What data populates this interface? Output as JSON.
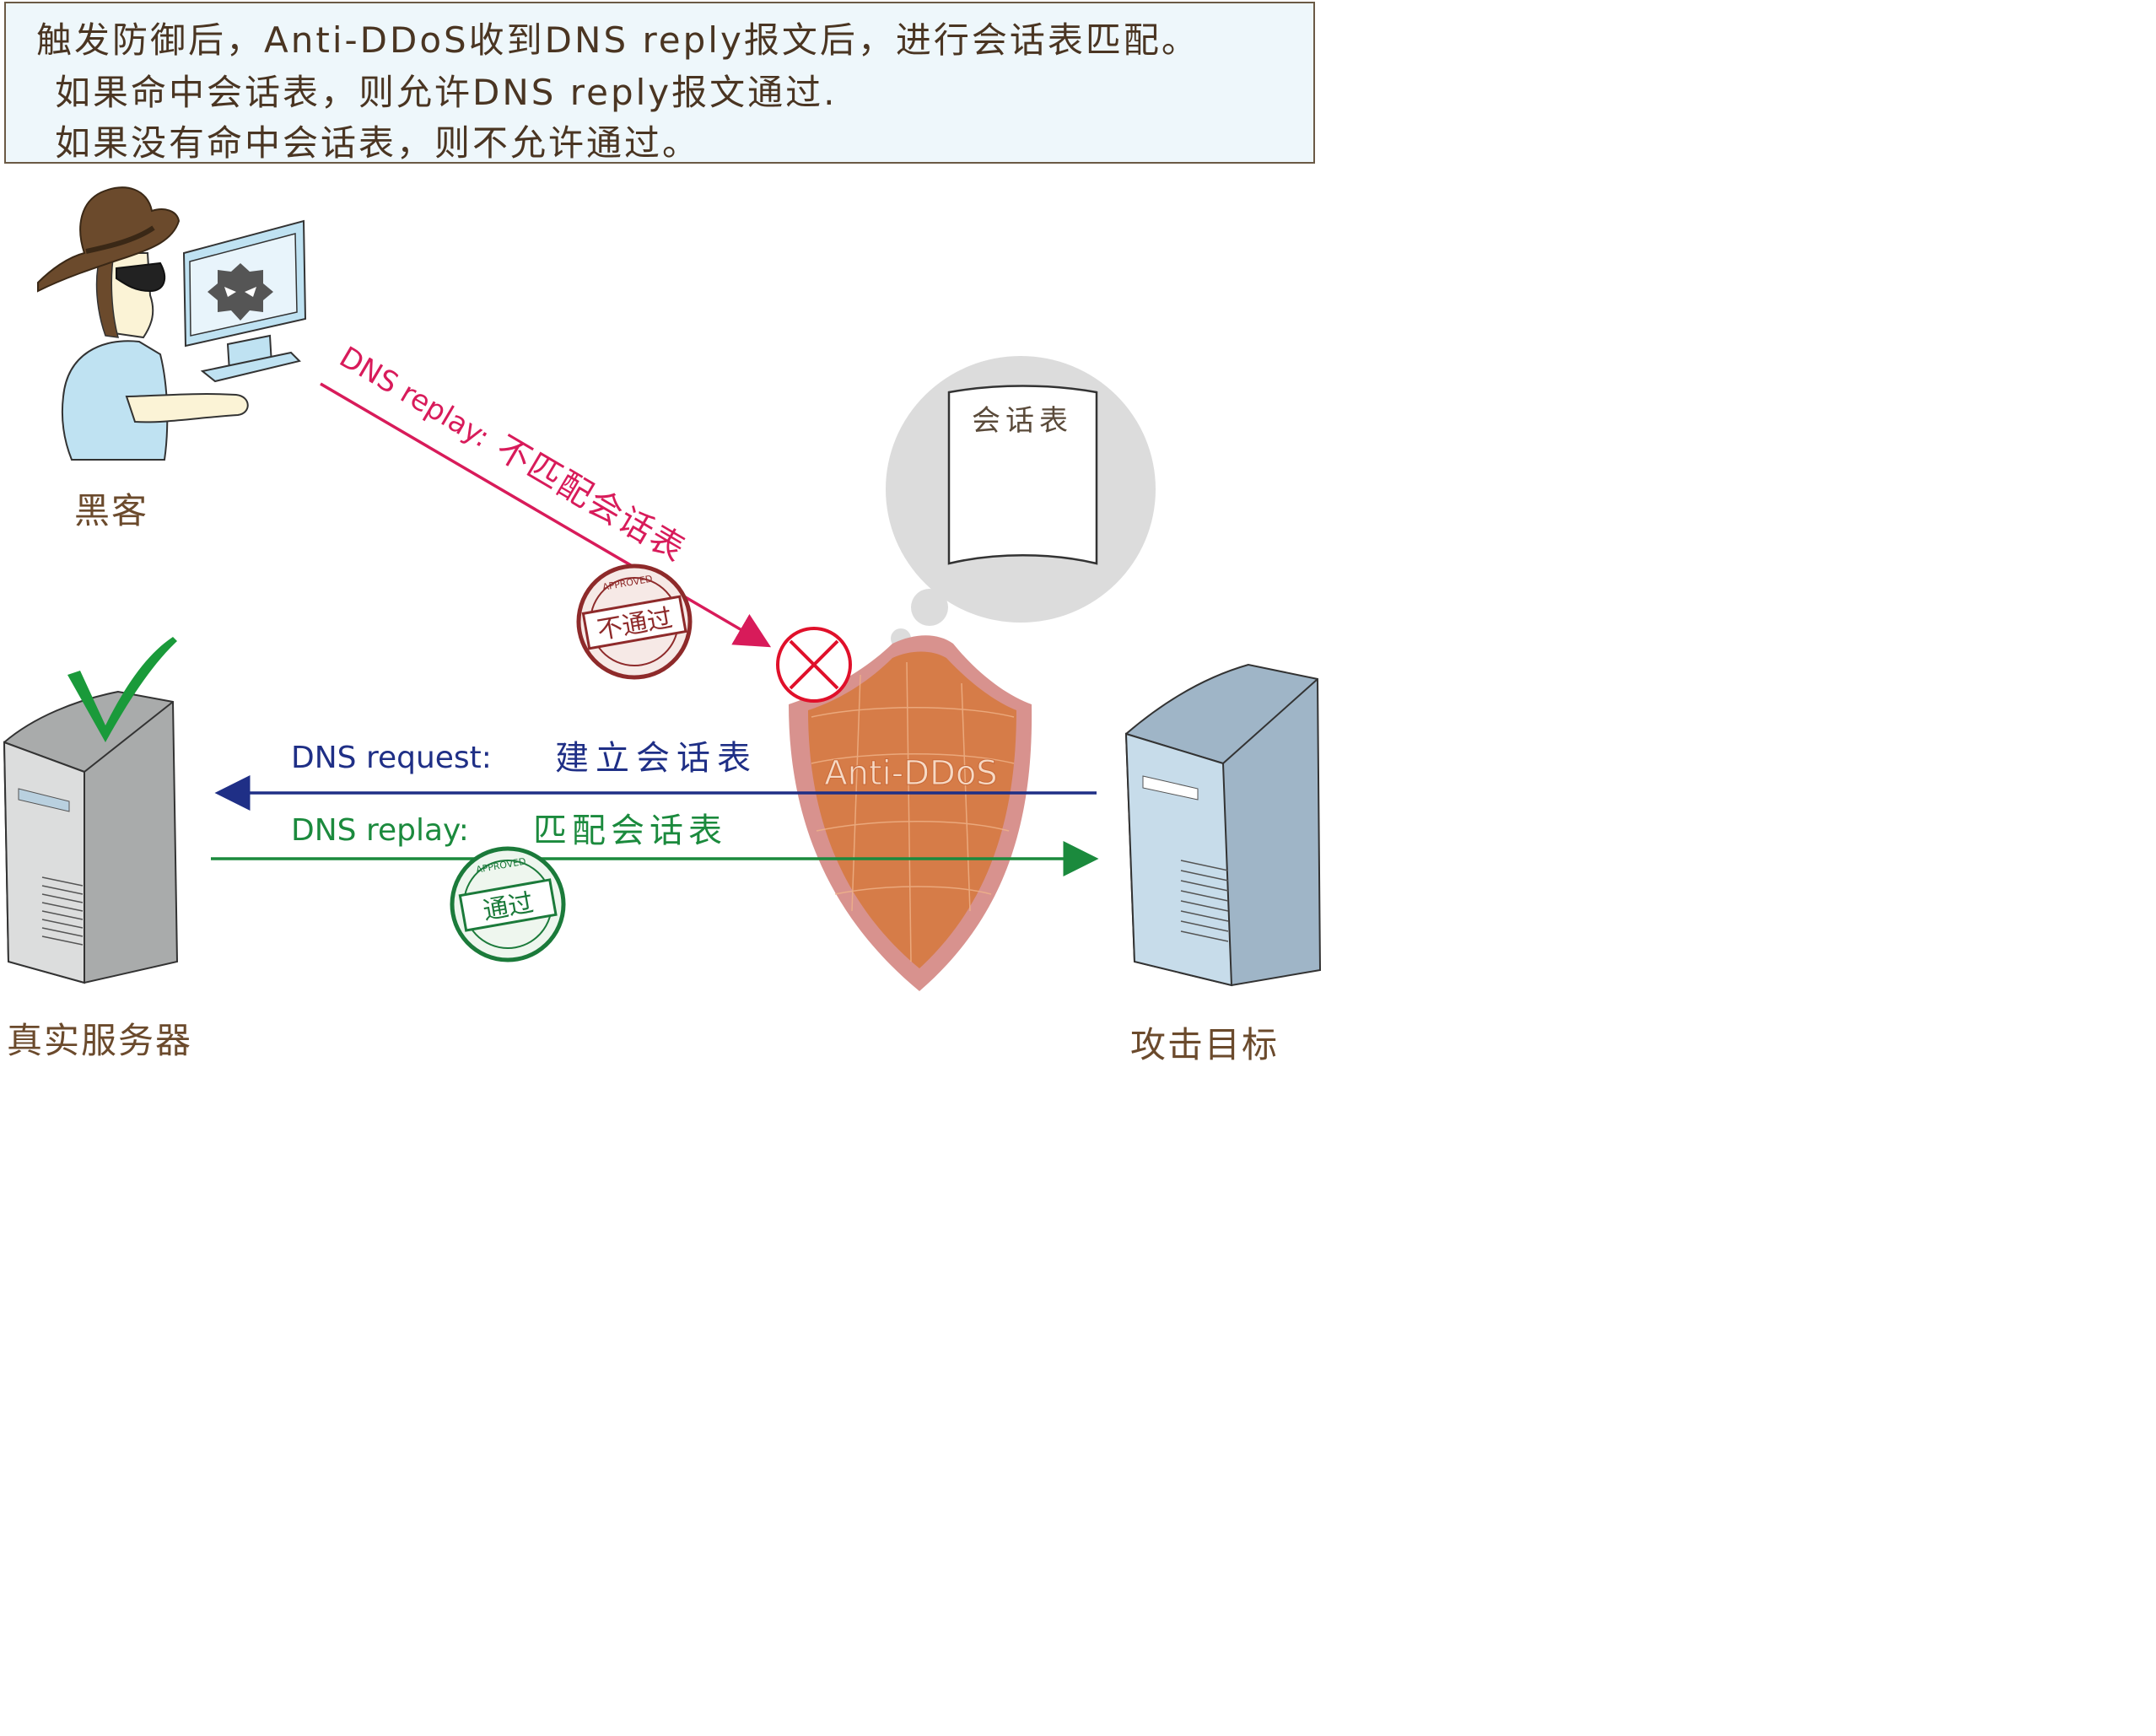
{
  "note": {
    "line1": "触发防御后，Anti-DDoS收到DNS reply报文后，进行会话表匹配。",
    "line2": "如果命中会话表，则允许DNS reply报文通过.",
    "line3": "如果没有命中会话表，则不允许通过。"
  },
  "actors": {
    "hacker": "黑客",
    "real_server": "真实服务器",
    "target": "攻击目标",
    "firewall": "Anti-DDoS"
  },
  "thought": {
    "doc_title": "会话表"
  },
  "flows": {
    "attack": {
      "label_en": "DNS replay:",
      "label_zh": "不匹配会话表",
      "stamp": "不通过",
      "stamp_ring": "APPROVED",
      "color": "#d81b5a"
    },
    "request": {
      "label_en": "DNS request:",
      "label_zh": "建立会话表",
      "color": "#1f2f86"
    },
    "reply": {
      "label_en": "DNS replay:",
      "label_zh": "匹配会话表",
      "stamp": "通过",
      "stamp_ring": "APPROVED",
      "color": "#1b8a3d"
    }
  },
  "colors": {
    "hat": "#6b4a2c",
    "shirt": "#bfe2f2",
    "shield_outer": "#d8928e",
    "shield_inner": "#d67c48",
    "server_gray": "#cfd0d0",
    "server_blue": "#b8cfe0",
    "check": "#1a9a3a",
    "reject": "#e0102a"
  }
}
